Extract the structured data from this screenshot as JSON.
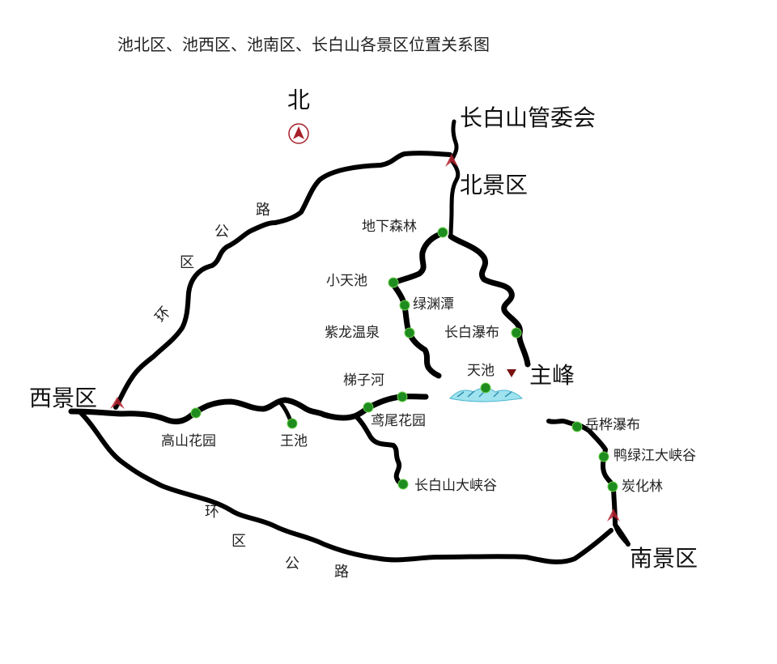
{
  "title": "池北区、池西区、池南区、长白山各景区位置关系图",
  "compass": {
    "label": "北",
    "icon": "north-arrow-icon",
    "color": "#a8202a"
  },
  "colors": {
    "road": "#000000",
    "spot": "#1e8c1e",
    "gate": "#b5232f",
    "lake": "#7fd6e6",
    "peak": "#7a1010"
  },
  "regions": {
    "management": "长白山管委会",
    "north": "北景区",
    "west": "西景区",
    "south": "南景区",
    "peak": "主峰"
  },
  "road_name_chars_north": [
    "环",
    "区",
    "公",
    "路"
  ],
  "road_name_chars_south": [
    "环",
    "区",
    "公",
    "路"
  ],
  "spots": {
    "dixia_senlin": "地下森林",
    "xiao_tianchi": "小天池",
    "lvyuantan": "绿渊潭",
    "zilong_wenquan": "紫龙温泉",
    "changbai_pubu": "长白瀑布",
    "tianchi": "天池",
    "tizihe": "梯子河",
    "yuanwei_huayuan": "鸢尾花园",
    "gaoshan_huayuan": "高山花园",
    "wangchi": "王池",
    "changbaishan_daxiagu": "长白山大峡谷",
    "yuehua_pubu": "岳桦瀑布",
    "yalujiang_daxiagu": "鸭绿江大峡谷",
    "tanhualin": "炭化林"
  }
}
